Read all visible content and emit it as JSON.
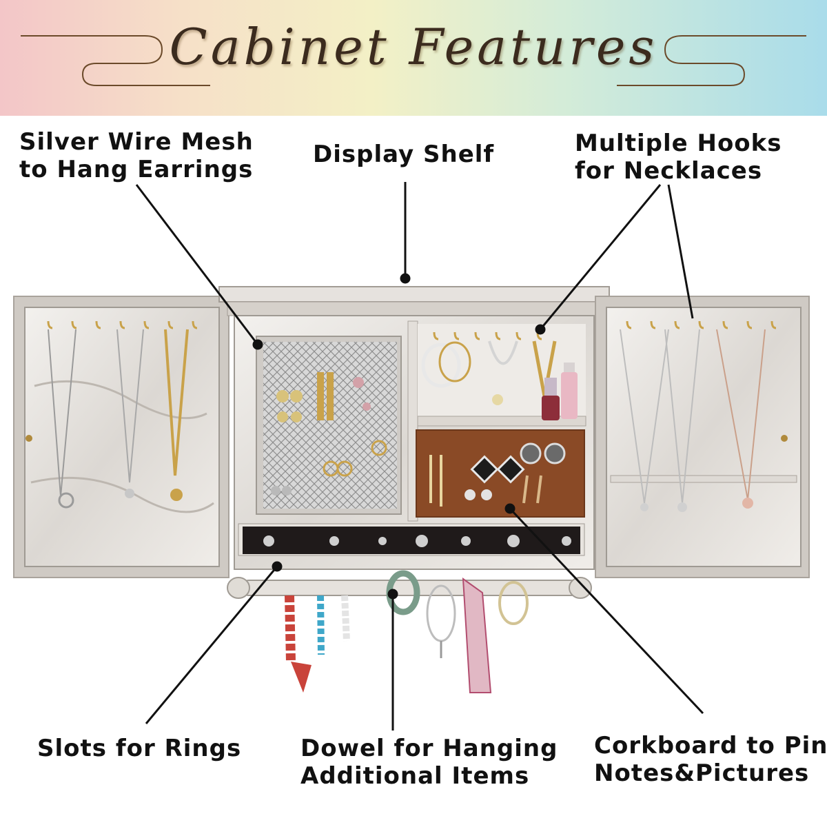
{
  "banner": {
    "title": "Cabinet Features"
  },
  "labels": {
    "mesh": [
      "Silver Wire Mesh",
      "to Hang Earrings"
    ],
    "shelf": [
      "Display Shelf"
    ],
    "hooks": [
      "Multiple Hooks",
      "for Necklaces"
    ],
    "rings": [
      "Slots for Rings"
    ],
    "dowel": [
      "Dowel for Hanging",
      "Additional Items"
    ],
    "cork": [
      "Corkboard to Pin",
      "Notes&Pictures"
    ]
  },
  "colors": {
    "wood": "#ece9e6",
    "wood_dark": "#b9b4ae",
    "cork": "#8a4a26",
    "velvet": "#1f1a1a",
    "gold": "#c9a24a",
    "line": "#111111"
  },
  "icons": [
    "hook-icon",
    "earring-icon",
    "necklace-icon",
    "ring-icon",
    "bangle-icon"
  ]
}
